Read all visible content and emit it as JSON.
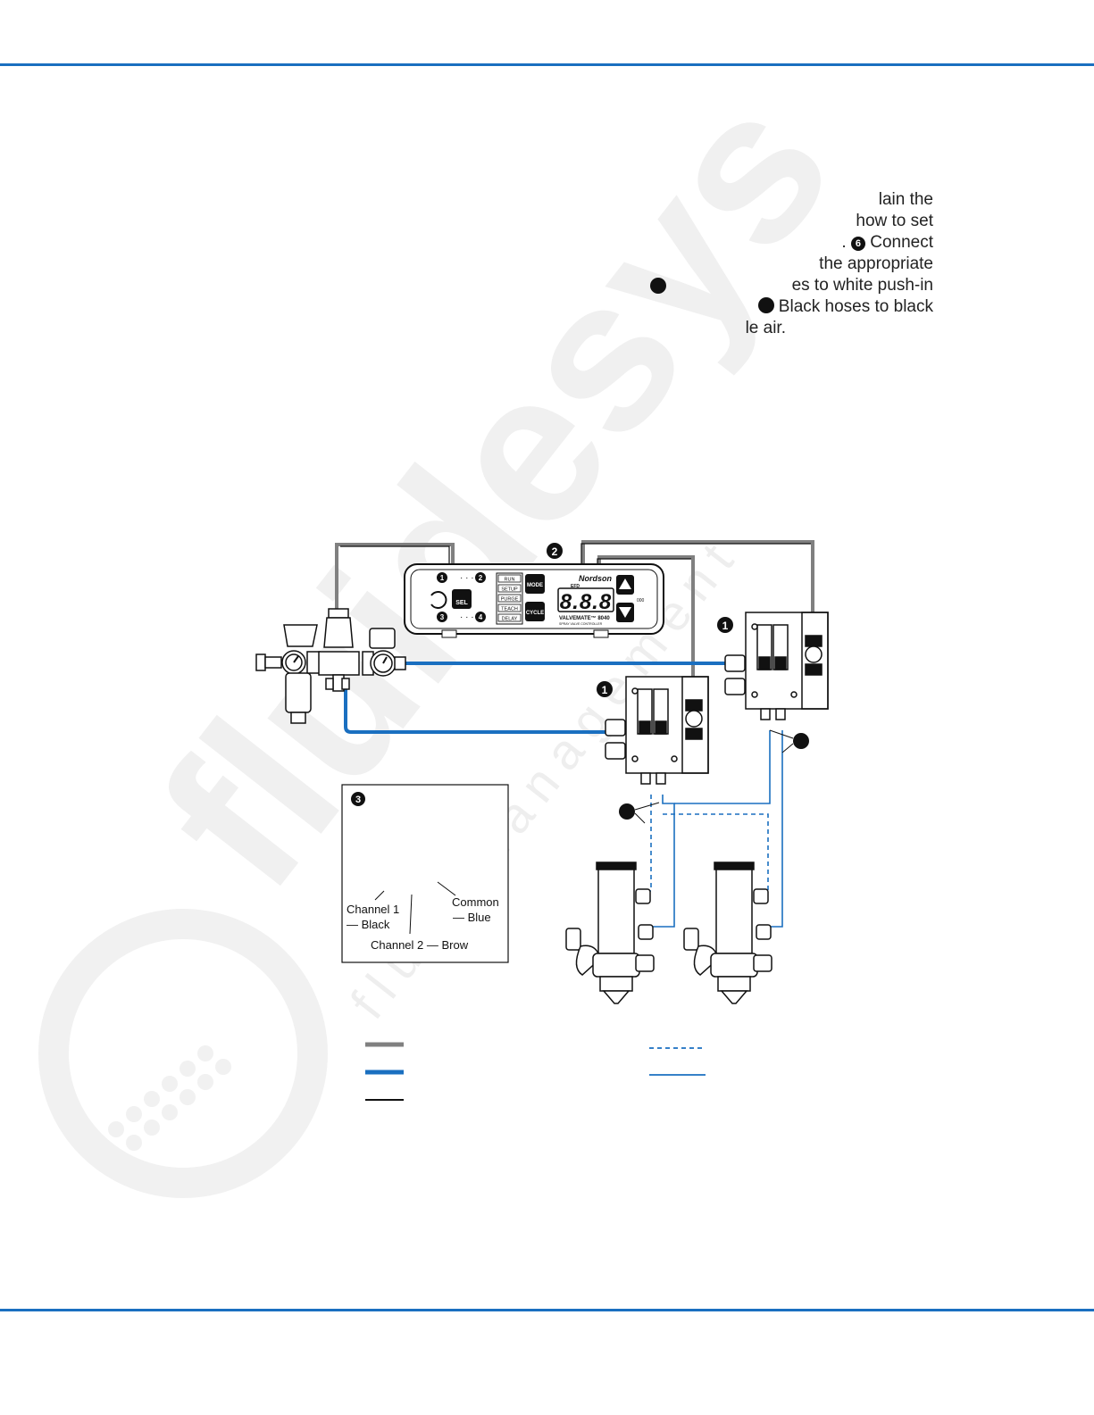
{
  "colors": {
    "rule": "#1a6fc0",
    "air_hose": "#1a6fc0",
    "cable": "#808080",
    "panel_dark": "#111111",
    "watermark": "#f0f0f0"
  },
  "text_fragments": [
    {
      "text": "lain the"
    },
    {
      "text": "how to set"
    },
    {
      "text": ". ",
      "num": "6",
      "tail": " Connect"
    },
    {
      "text": "the appropriate"
    },
    {
      "text": "es to white push-in",
      "dot_left": true
    },
    {
      "text": "Black hoses to black",
      "dot_before": true
    },
    {
      "text": "le air."
    }
  ],
  "watermark": {
    "brand": "fluidesys",
    "subline": "fluid management"
  },
  "controller": {
    "brand": "Nordson",
    "brand_sub": "EFD",
    "display": "8.8.8",
    "model": "VALVEMATE™ 8040",
    "model_sub": "SPRAY VALVE CONTROLLER",
    "modes": [
      "RUN",
      "SETUP",
      "PURGE",
      "TEACH",
      "DELAY"
    ],
    "mode_button": "MODE",
    "cycle_button": "CYCLE",
    "sel_button": "SEL",
    "channel_top": [
      "1",
      "2"
    ],
    "channel_bottom": [
      "3",
      "4"
    ],
    "led_label": "000"
  },
  "callouts": {
    "valve_left": "1",
    "valve_right": "1",
    "controller": "2",
    "inset": "3"
  },
  "inset_labels": {
    "channel1": "Channel 1",
    "channel1_color": "— Black",
    "common": "Common",
    "common_color": "— Blue",
    "channel2": "Channel 2 — Brow"
  }
}
